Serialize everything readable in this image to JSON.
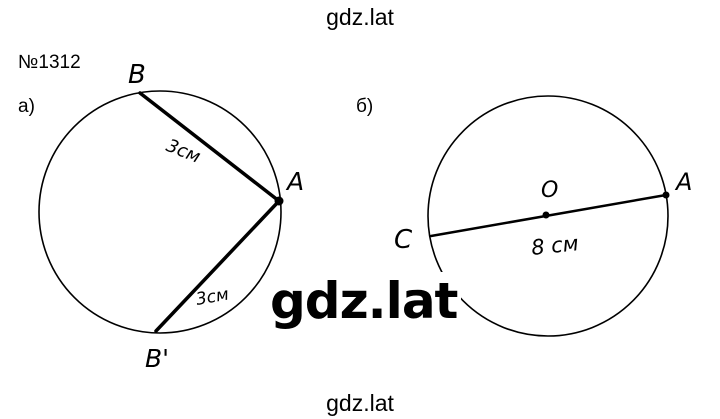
{
  "watermarks": {
    "top": "gdz.lat",
    "center": "gdz.lat",
    "bottom": "gdz.lat"
  },
  "problem_number": "№1312",
  "part_a": {
    "label": "а)",
    "points": {
      "b": "B",
      "a": "A",
      "b_prime": "B'"
    },
    "segment_ab": "3см",
    "segment_ab_prime": "3см"
  },
  "part_b": {
    "label": "б)",
    "points": {
      "o": "O",
      "c": "C",
      "d": "A"
    },
    "diameter": "8 см"
  },
  "colors": {
    "ink": "#000000",
    "background": "#ffffff"
  }
}
